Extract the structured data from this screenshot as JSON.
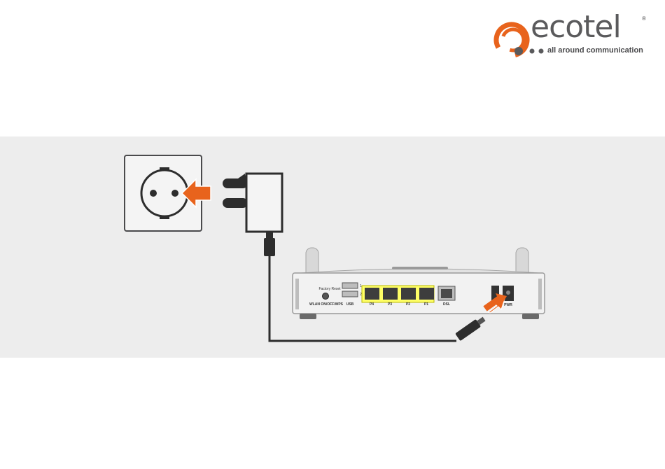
{
  "brand": {
    "name": "ecotel",
    "registered": "®",
    "tagline": "all around communication",
    "colors": {
      "orange": "#e8631c",
      "gray": "#5a5a5c"
    }
  },
  "router": {
    "labels": {
      "factory_reset": "Factory Reset",
      "wlan_button": "WLAN ON/OFF/WPS",
      "usb": "USB",
      "usb_1": "1",
      "usb_2": "2",
      "p4": "P4",
      "p3": "P3",
      "p2": "P2",
      "p1": "P1",
      "dsl": "DSL",
      "pwr": "PWR"
    }
  },
  "icons": {
    "socket": "wall-socket-icon",
    "adapter": "power-adapter-icon",
    "arrow": "orange-arrow-icon"
  }
}
